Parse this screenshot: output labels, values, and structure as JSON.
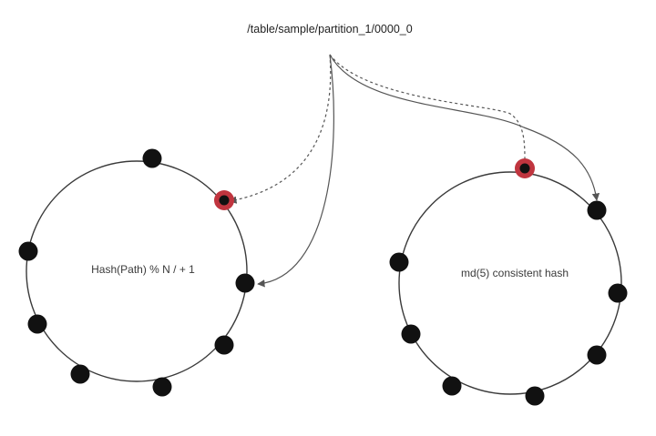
{
  "diagram": {
    "path_label": "/table/sample/partition_1/0000_0",
    "left_ring_label": "Hash(Path) % N / + 1",
    "right_ring_label": "md(5) consistent hash",
    "colors": {
      "node": "#111111",
      "highlight_ring": "#c0353f",
      "line": "#555555"
    }
  }
}
